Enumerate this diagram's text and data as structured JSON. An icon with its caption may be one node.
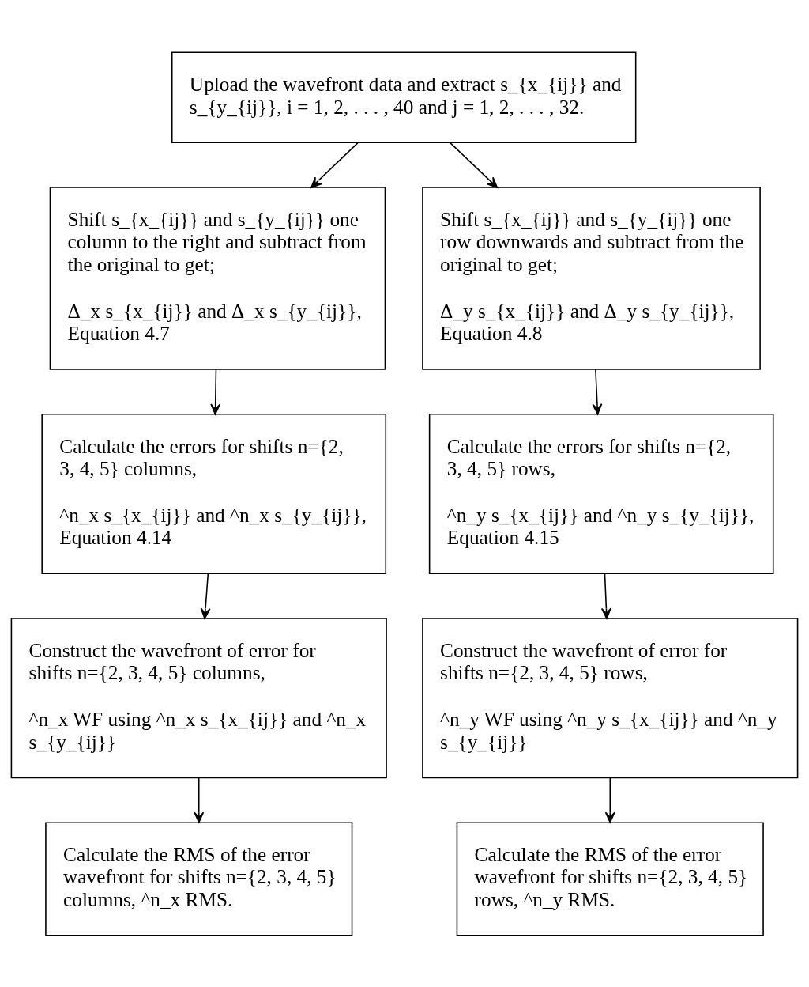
{
  "diagram": {
    "nodes": [
      {
        "text": [
          "Upload the wavefront data and extract s_{x_{ij}} and s_{y_{ij}}, i = 1, 2, . . . , 40 and j = 1, 2, . . . , 32."
        ]
      },
      {
        "text": [
          "Shift s_{x_{ij}} and s_{y_{ij}} one column to the right and subtract from the original to get;",
          "Δ_x s_{x_{ij}} and Δ_x s_{y_{ij}}, Equation 4.7"
        ]
      },
      {
        "text": [
          "Shift s_{x_{ij}} and s_{y_{ij}} one row downwards and subtract from the original to get;",
          "Δ_y s_{x_{ij}} and Δ_y s_{y_{ij}}, Equation 4.8"
        ]
      },
      {
        "text": [
          "Calculate the errors for shifts n={2, 3, 4, 5} columns,",
          "^n_x s_{x_{ij}} and ^n_x s_{y_{ij}}, Equation 4.14"
        ]
      },
      {
        "text": [
          "Calculate the errors for shifts n={2, 3, 4, 5} rows,",
          "^n_y s_{x_{ij}} and ^n_y s_{y_{ij}}, Equation 4.15"
        ]
      },
      {
        "text": [
          "Construct the wavefront of error for shifts n={2, 3, 4, 5} columns,",
          "^n_x WF using ^n_x s_{x_{ij}} and ^n_x s_{y_{ij}}"
        ]
      },
      {
        "text": [
          "Construct the wavefront of error for shifts n={2, 3, 4, 5} rows,",
          "^n_y WF using ^n_y s_{x_{ij}} and ^n_y s_{y_{ij}}"
        ]
      },
      {
        "text": [
          "Calculate the RMS of the error wavefront for shifts n={2, 3, 4, 5} columns, ^n_x RMS."
        ]
      },
      {
        "text": [
          "Calculate the RMS of the error wavefront for shifts n={2, 3, 4, 5} rows, ^n_y RMS."
        ]
      }
    ],
    "edges": [
      {
        "from": 0,
        "to": 1,
        "arrow": "to"
      },
      {
        "from": 0,
        "to": 2,
        "arrow": "to"
      },
      {
        "from": 1,
        "to": 3,
        "arrow": "to"
      },
      {
        "from": 2,
        "to": 4,
        "arrow": "to"
      },
      {
        "from": 3,
        "to": 5,
        "arrow": "to"
      },
      {
        "from": 4,
        "to": 6,
        "arrow": "to"
      },
      {
        "from": 5,
        "to": 7,
        "arrow": "to"
      },
      {
        "from": 6,
        "to": 8,
        "arrow": "to"
      }
    ]
  }
}
